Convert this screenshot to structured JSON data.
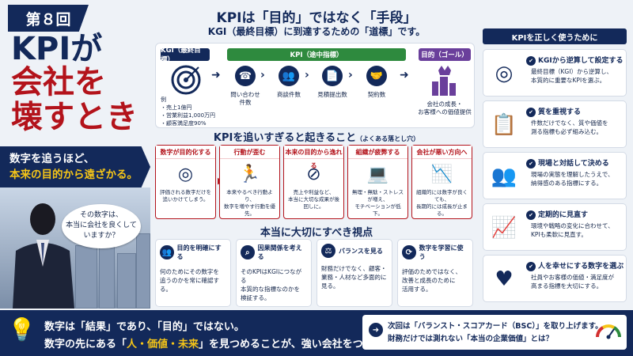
{
  "episode": "第８回",
  "title": {
    "line1": "KPIが",
    "line2": "会社を",
    "line3": "壊すとき"
  },
  "lead": {
    "line1": "数字を追うほど、",
    "line2": "本来の目的から遠ざかる。"
  },
  "bubble": {
    "line1": "その数字は、",
    "line2": "本当に会社を良くして",
    "line3": "いますか？"
  },
  "header": {
    "title": "KPIは「目的」ではなく「手段」",
    "subtitle": "KGI（最終目標）に到達するための「道標」です。"
  },
  "flow": {
    "kgi_tag": "KGI（最終目標）",
    "kpi_tag": "KPI（途中指標）",
    "goal_tag": "目的（ゴール）",
    "kgi_items": [
      "例",
      "・売上1億円",
      "・営業利益1,000万円",
      "・顧客満足度90%"
    ],
    "steps": [
      {
        "label": "問い合わせ\n件数",
        "icon": "phone-icon"
      },
      {
        "label": "商談件数",
        "icon": "meeting-icon"
      },
      {
        "label": "見積提出数",
        "icon": "document-icon"
      },
      {
        "label": "契約数",
        "icon": "handshake-icon"
      }
    ],
    "goal_label": "会社の成長・\nお客様への価値提供"
  },
  "pitfalls": {
    "title": "KPIを追いすぎると起きること",
    "title_note": "（よくある落とし穴）",
    "items": [
      {
        "head": "数字が目的化する",
        "text": "評価される数字だけを\n追いかけてしまう。",
        "icon": "target-icon"
      },
      {
        "head": "行動が歪む",
        "text": "本来やるべき行動より、\n数字を増やす行動を優先。",
        "icon": "runner-icon"
      },
      {
        "head": "本来の目的から逸れる",
        "text": "売上や利益など、\n本当に大切な成果が後回しに。",
        "icon": "off-target-icon"
      },
      {
        "head": "組織が疲弊する",
        "text": "無理・無駄・ストレスが増え、\nモチベーションが低下。",
        "icon": "tired-worker-icon"
      },
      {
        "head": "会社が悪い方向へ",
        "text": "組織的には数字が良くても、\n長期的には成長が止まる。",
        "icon": "decline-chart-icon"
      }
    ]
  },
  "views": {
    "title": "本当に大切にすべき視点",
    "items": [
      {
        "head": "目的を明確にする",
        "text": "何のためにその数字を\n追うのかを常に確認する。",
        "icon": "team-icon"
      },
      {
        "head": "因果関係を考える",
        "text": "そのKPIはKGIにつながる\n本質的な指標なのかを\n検証する。",
        "icon": "search-icon"
      },
      {
        "head": "バランスを見る",
        "text": "財務だけでなく、顧客・\n業務・人材など多面的に\n見る。",
        "icon": "scale-icon"
      },
      {
        "head": "数字を学習に使う",
        "text": "評価のためではなく、\n改善と成長のために\n活用する。",
        "icon": "cycle-icon"
      }
    ]
  },
  "right": {
    "title": "KPIを正しく使うために",
    "items": [
      {
        "head": "KGIから逆算して設定する",
        "text": "最終目標（KGI）から逆算し、\n本質的に重要なKPIを選ぶ。",
        "icon": "target-icon"
      },
      {
        "head": "質を重視する",
        "text": "件数だけでなく、質や価値を\n測る指標も必ず組み込む。",
        "icon": "checklist-icon"
      },
      {
        "head": "現場と対話して決める",
        "text": "現場の実態を理解したうえで、\n納得感のある指標にする。",
        "icon": "group-icon"
      },
      {
        "head": "定期的に見直す",
        "text": "環境や戦略の変化に合わせて、\nKPIも柔軟に見直す。",
        "icon": "growth-chart-icon"
      },
      {
        "head": "人を幸せにする数字を選ぶ",
        "text": "社員やお客様の価値・満足度が\n高まる指標を大切にする。",
        "icon": "heart-icon"
      }
    ]
  },
  "footer": {
    "line1_a": "数字は「結果」であり、「目的」ではない。",
    "line2_a": "数字の先にある「",
    "line2_hl": "人・価値・未来",
    "line2_b": "」を見つめることが、強い会社をつくる。",
    "next1": "次回は「バランスト・スコアカード（BSC）」を取り上げます。",
    "next2": "財務だけでは測れない「本当の企業価値」とは？"
  }
}
